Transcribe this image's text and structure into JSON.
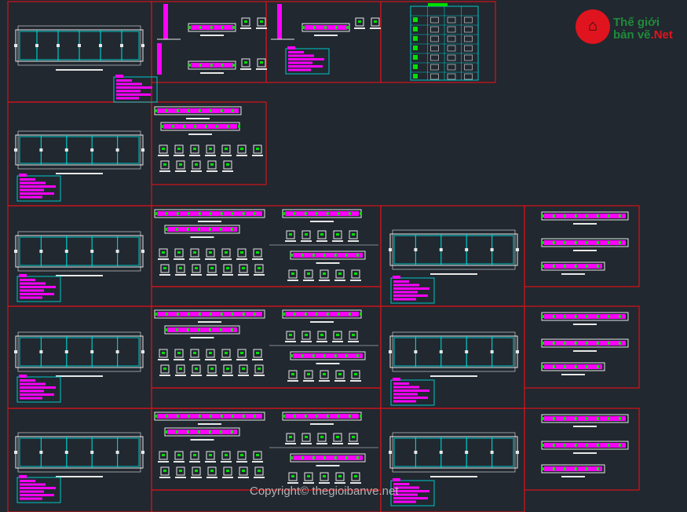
{
  "logo": {
    "line1": "Thế giới",
    "line2": "bản vẽ",
    "line2_suffix": ".Net"
  },
  "watermark": "Copyright© thegioibanve.net",
  "colors": {
    "background": "#212830",
    "frame": "#c8141c",
    "accent_cyan": "#00c8c8",
    "accent_magenta": "#ff00ff",
    "accent_green": "#00e000",
    "line": "#e8e8e8"
  }
}
